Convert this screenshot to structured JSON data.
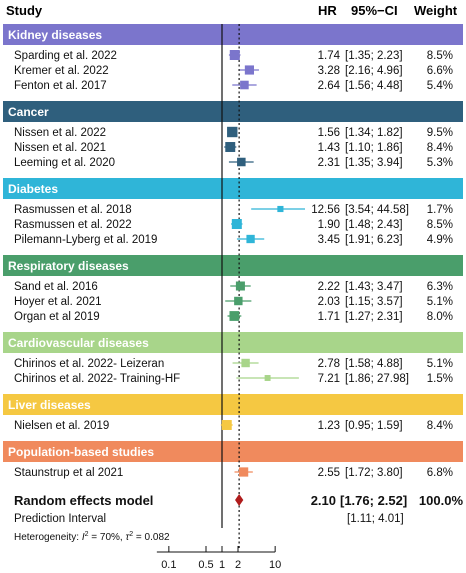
{
  "header": {
    "study": "Study",
    "hr": "HR",
    "ci": "95%−CI",
    "weight": "Weight"
  },
  "chart_data": {
    "type": "forest",
    "x_scale": "log",
    "x_ticks": [
      0.1,
      0.5,
      1,
      2,
      10
    ],
    "x_tick_labels": [
      "0.1",
      "0.5",
      "1",
      "2",
      "10"
    ],
    "null_line": 1,
    "pooled_line": 2.1,
    "groups": [
      {
        "name": "Kidney diseases",
        "color": "#7b75cc",
        "studies": [
          {
            "label": "Sparding et al. 2022",
            "hr": 1.74,
            "lo": 1.35,
            "hi": 2.23,
            "hr_text": "1.74",
            "ci_text": "[1.35; 2.23]",
            "weight": "8.5%",
            "w": 8.5
          },
          {
            "label": "Kremer et al. 2022",
            "hr": 3.28,
            "lo": 2.16,
            "hi": 4.96,
            "hr_text": "3.28",
            "ci_text": "[2.16; 4.96]",
            "weight": "6.6%",
            "w": 6.6
          },
          {
            "label": "Fenton et al. 2017",
            "hr": 2.64,
            "lo": 1.56,
            "hi": 4.48,
            "hr_text": "2.64",
            "ci_text": "[1.56; 4.48]",
            "weight": "5.4%",
            "w": 5.4
          }
        ]
      },
      {
        "name": "Cancer",
        "color": "#2f5f7d",
        "studies": [
          {
            "label": "Nissen et al. 2022",
            "hr": 1.56,
            "lo": 1.34,
            "hi": 1.82,
            "hr_text": "1.56",
            "ci_text": "[1.34; 1.82]",
            "weight": "9.5%",
            "w": 9.5
          },
          {
            "label": "Nissen et al. 2021",
            "hr": 1.43,
            "lo": 1.1,
            "hi": 1.86,
            "hr_text": "1.43",
            "ci_text": "[1.10; 1.86]",
            "weight": "8.4%",
            "w": 8.4
          },
          {
            "label": "Leeming et al. 2020",
            "hr": 2.31,
            "lo": 1.35,
            "hi": 3.94,
            "hr_text": "2.31",
            "ci_text": "[1.35; 3.94]",
            "weight": "5.3%",
            "w": 5.3
          }
        ]
      },
      {
        "name": "Diabetes",
        "color": "#2fb5d8",
        "studies": [
          {
            "label": "Rasmussen et al. 2018",
            "hr": 12.56,
            "lo": 3.54,
            "hi": 44.58,
            "hr_text": "12.56",
            "ci_text": "[3.54; 44.58]",
            "weight": "1.7%",
            "w": 1.7
          },
          {
            "label": "Rasmussen et al. 2022",
            "hr": 1.9,
            "lo": 1.48,
            "hi": 2.43,
            "hr_text": "1.90",
            "ci_text": "[1.48; 2.43]",
            "weight": "8.5%",
            "w": 8.5
          },
          {
            "label": "Pilemann-Lyberg et al. 2019",
            "hr": 3.45,
            "lo": 1.91,
            "hi": 6.23,
            "hr_text": "3.45",
            "ci_text": "[1.91; 6.23]",
            "weight": "4.9%",
            "w": 4.9
          }
        ]
      },
      {
        "name": "Respiratory diseases",
        "color": "#4a9e6b",
        "studies": [
          {
            "label": "Sand et al. 2016",
            "hr": 2.22,
            "lo": 1.43,
            "hi": 3.47,
            "hr_text": "2.22",
            "ci_text": "[1.43; 3.47]",
            "weight": "6.3%",
            "w": 6.3
          },
          {
            "label": "Hoyer et al. 2021",
            "hr": 2.03,
            "lo": 1.15,
            "hi": 3.57,
            "hr_text": "2.03",
            "ci_text": "[1.15; 3.57]",
            "weight": "5.1%",
            "w": 5.1
          },
          {
            "label": "Organ et al 2019",
            "hr": 1.71,
            "lo": 1.27,
            "hi": 2.31,
            "hr_text": "1.71",
            "ci_text": "[1.27; 2.31]",
            "weight": "8.0%",
            "w": 8.0
          }
        ]
      },
      {
        "name": "Cardiovascular diseases",
        "color": "#a8d58a",
        "studies": [
          {
            "label": "Chirinos et al. 2022- Leizeran",
            "hr": 2.78,
            "lo": 1.58,
            "hi": 4.88,
            "hr_text": "2.78",
            "ci_text": "[1.58; 4.88]",
            "weight": "5.1%",
            "w": 5.1
          },
          {
            "label": "Chirinos et al. 2022- Training-HF",
            "hr": 7.21,
            "lo": 1.86,
            "hi": 27.98,
            "hr_text": "7.21",
            "ci_text": "[1.86; 27.98]",
            "weight": "1.5%",
            "w": 1.5
          }
        ]
      },
      {
        "name": "Liver diseases",
        "color": "#f5c842",
        "studies": [
          {
            "label": "Nielsen et al. 2019",
            "hr": 1.23,
            "lo": 0.95,
            "hi": 1.59,
            "hr_text": "1.23",
            "ci_text": "[0.95; 1.59]",
            "weight": "8.4%",
            "w": 8.4
          }
        ]
      },
      {
        "name": "Population-based studies",
        "color": "#f08a5d",
        "studies": [
          {
            "label": "Staunstrup et al 2021",
            "hr": 2.55,
            "lo": 1.72,
            "hi": 3.8,
            "hr_text": "2.55",
            "ci_text": "[1.72; 3.80]",
            "weight": "6.8%",
            "w": 6.8
          }
        ]
      }
    ],
    "summary": {
      "label": "Random effects model",
      "hr": 2.1,
      "lo": 1.76,
      "hi": 2.52,
      "hr_text": "2.10",
      "ci_text": "[1.76; 2.52]",
      "weight": "100.0%",
      "color": "#b01c1c"
    },
    "prediction": {
      "label": "Prediction Interval",
      "ci_text": "[1.11; 4.01]"
    },
    "heterogeneity": {
      "prefix": "Heterogeneity: ",
      "i2_sym": "I",
      "i2_val": " = 70%, ",
      "tau_sym": "τ",
      "tau_val": " = 0.082"
    }
  }
}
